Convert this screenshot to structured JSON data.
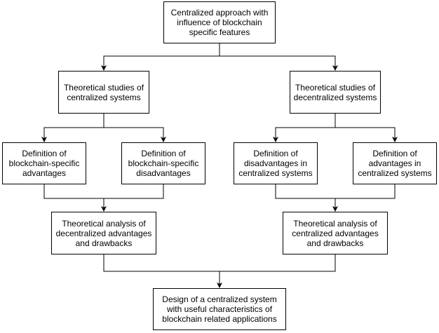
{
  "colors": {
    "stroke": "#000000",
    "box_fill": "#ffffff",
    "text": "#000000"
  },
  "nodes": {
    "root": "Centralized approach with\ninfluence of blockchain\nspecific features",
    "theory_centralized": "Theoretical studies of\ncentralized systems",
    "theory_decentralized": "Theoretical studies of\ndecentralized systems",
    "def_bc_advantages": "Definition of\nblockchain-specific\nadvantages",
    "def_bc_disadvantages": "Definition of\nblockchain-specific\ndisadvantages",
    "def_disadvantages_centralized": "Definition of\ndisadvantages in\ncentralized systems",
    "def_advantages_centralized": "Definition of\nadvantages in\ncentralized systems",
    "analysis_decentralized": "Theoretical analysis of\ndecentralized advantages\nand drawbacks",
    "analysis_centralized": "Theoretical analysis of\ncentralized advantages\nand drawbacks",
    "design": "Design of a centralized system\nwith useful characteristics of\nblockchain related applications"
  }
}
